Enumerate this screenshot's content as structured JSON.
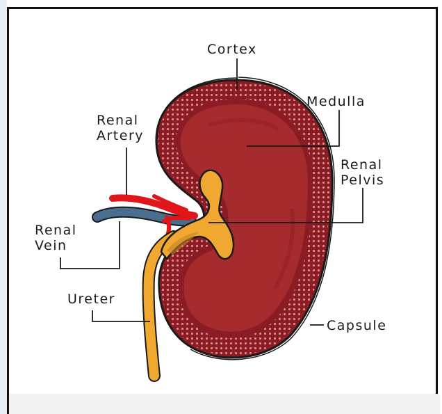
{
  "diagram": {
    "labels": {
      "cortex": "Cortex",
      "medulla": "Medulla",
      "renal_artery": "Renal\nArtery",
      "renal_pelvis": "Renal\nPelvis",
      "renal_vein": "Renal\nVein",
      "ureter": "Ureter",
      "capsule": "Capsule"
    },
    "colors": {
      "cortex": "#8c1c23",
      "medulla": "#a62b2e",
      "pelvis": "#f0a830",
      "artery": "#e0161b",
      "vein": "#4a6e8e",
      "outline": "#1a1a1a",
      "dots": "#d98a8c"
    },
    "icons": {
      "kidney": "kidney-illustration"
    }
  }
}
